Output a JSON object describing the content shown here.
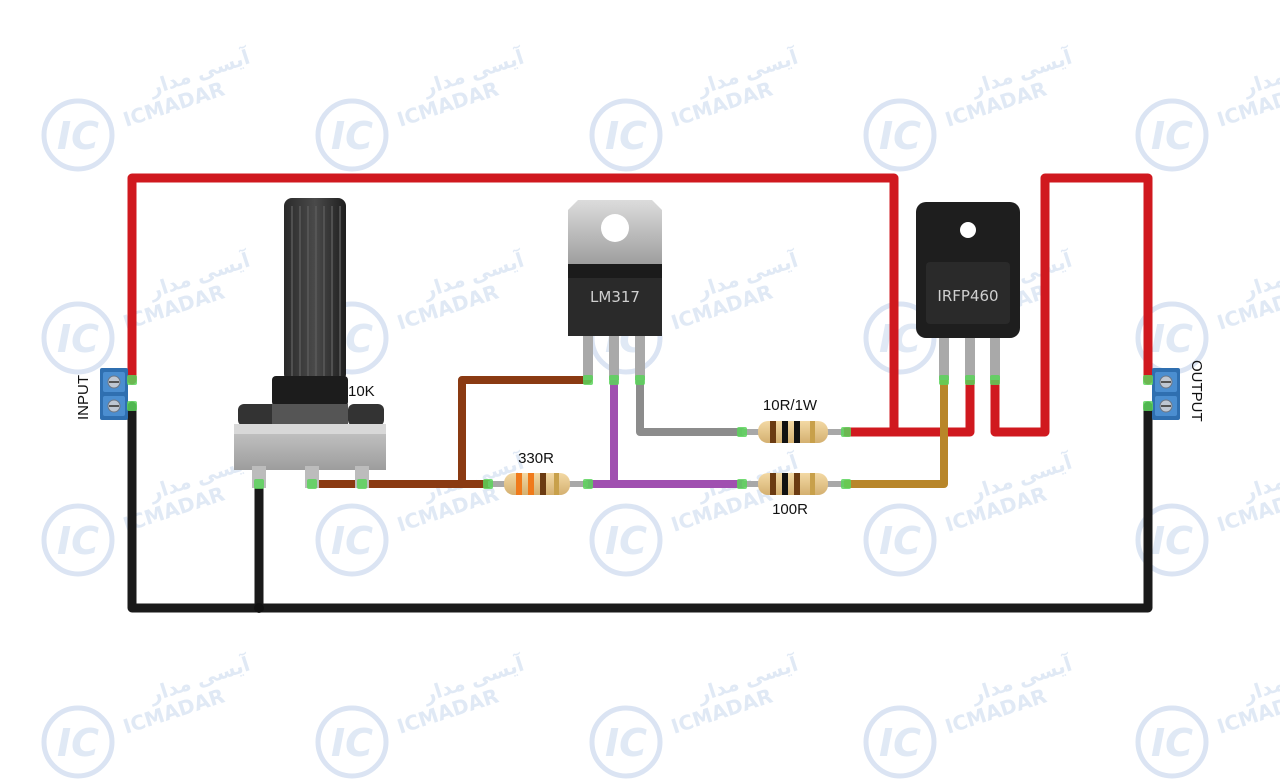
{
  "watermark": {
    "logo_text": "IC",
    "brand_latin": "ICMADAR",
    "brand_persian": "آیسی مدار",
    "color": "#cfdcef"
  },
  "labels": {
    "input": "INPUT",
    "output": "OUTPUT",
    "potentiometer": "10K",
    "regulator": "LM317",
    "mosfet": "IRFP460",
    "r_shunt": "10R/1W",
    "r_330": "330R",
    "r_100": "100R"
  },
  "colors": {
    "wire_red": "#d0191f",
    "wire_black": "#1a1a1a",
    "wire_brown": "#8a3a12",
    "wire_purple": "#a050b0",
    "wire_gray": "#8c8c8c",
    "wire_gold": "#b8862a",
    "terminal_blue": "#2f6fb0",
    "pin_green": "#5bd35b"
  }
}
